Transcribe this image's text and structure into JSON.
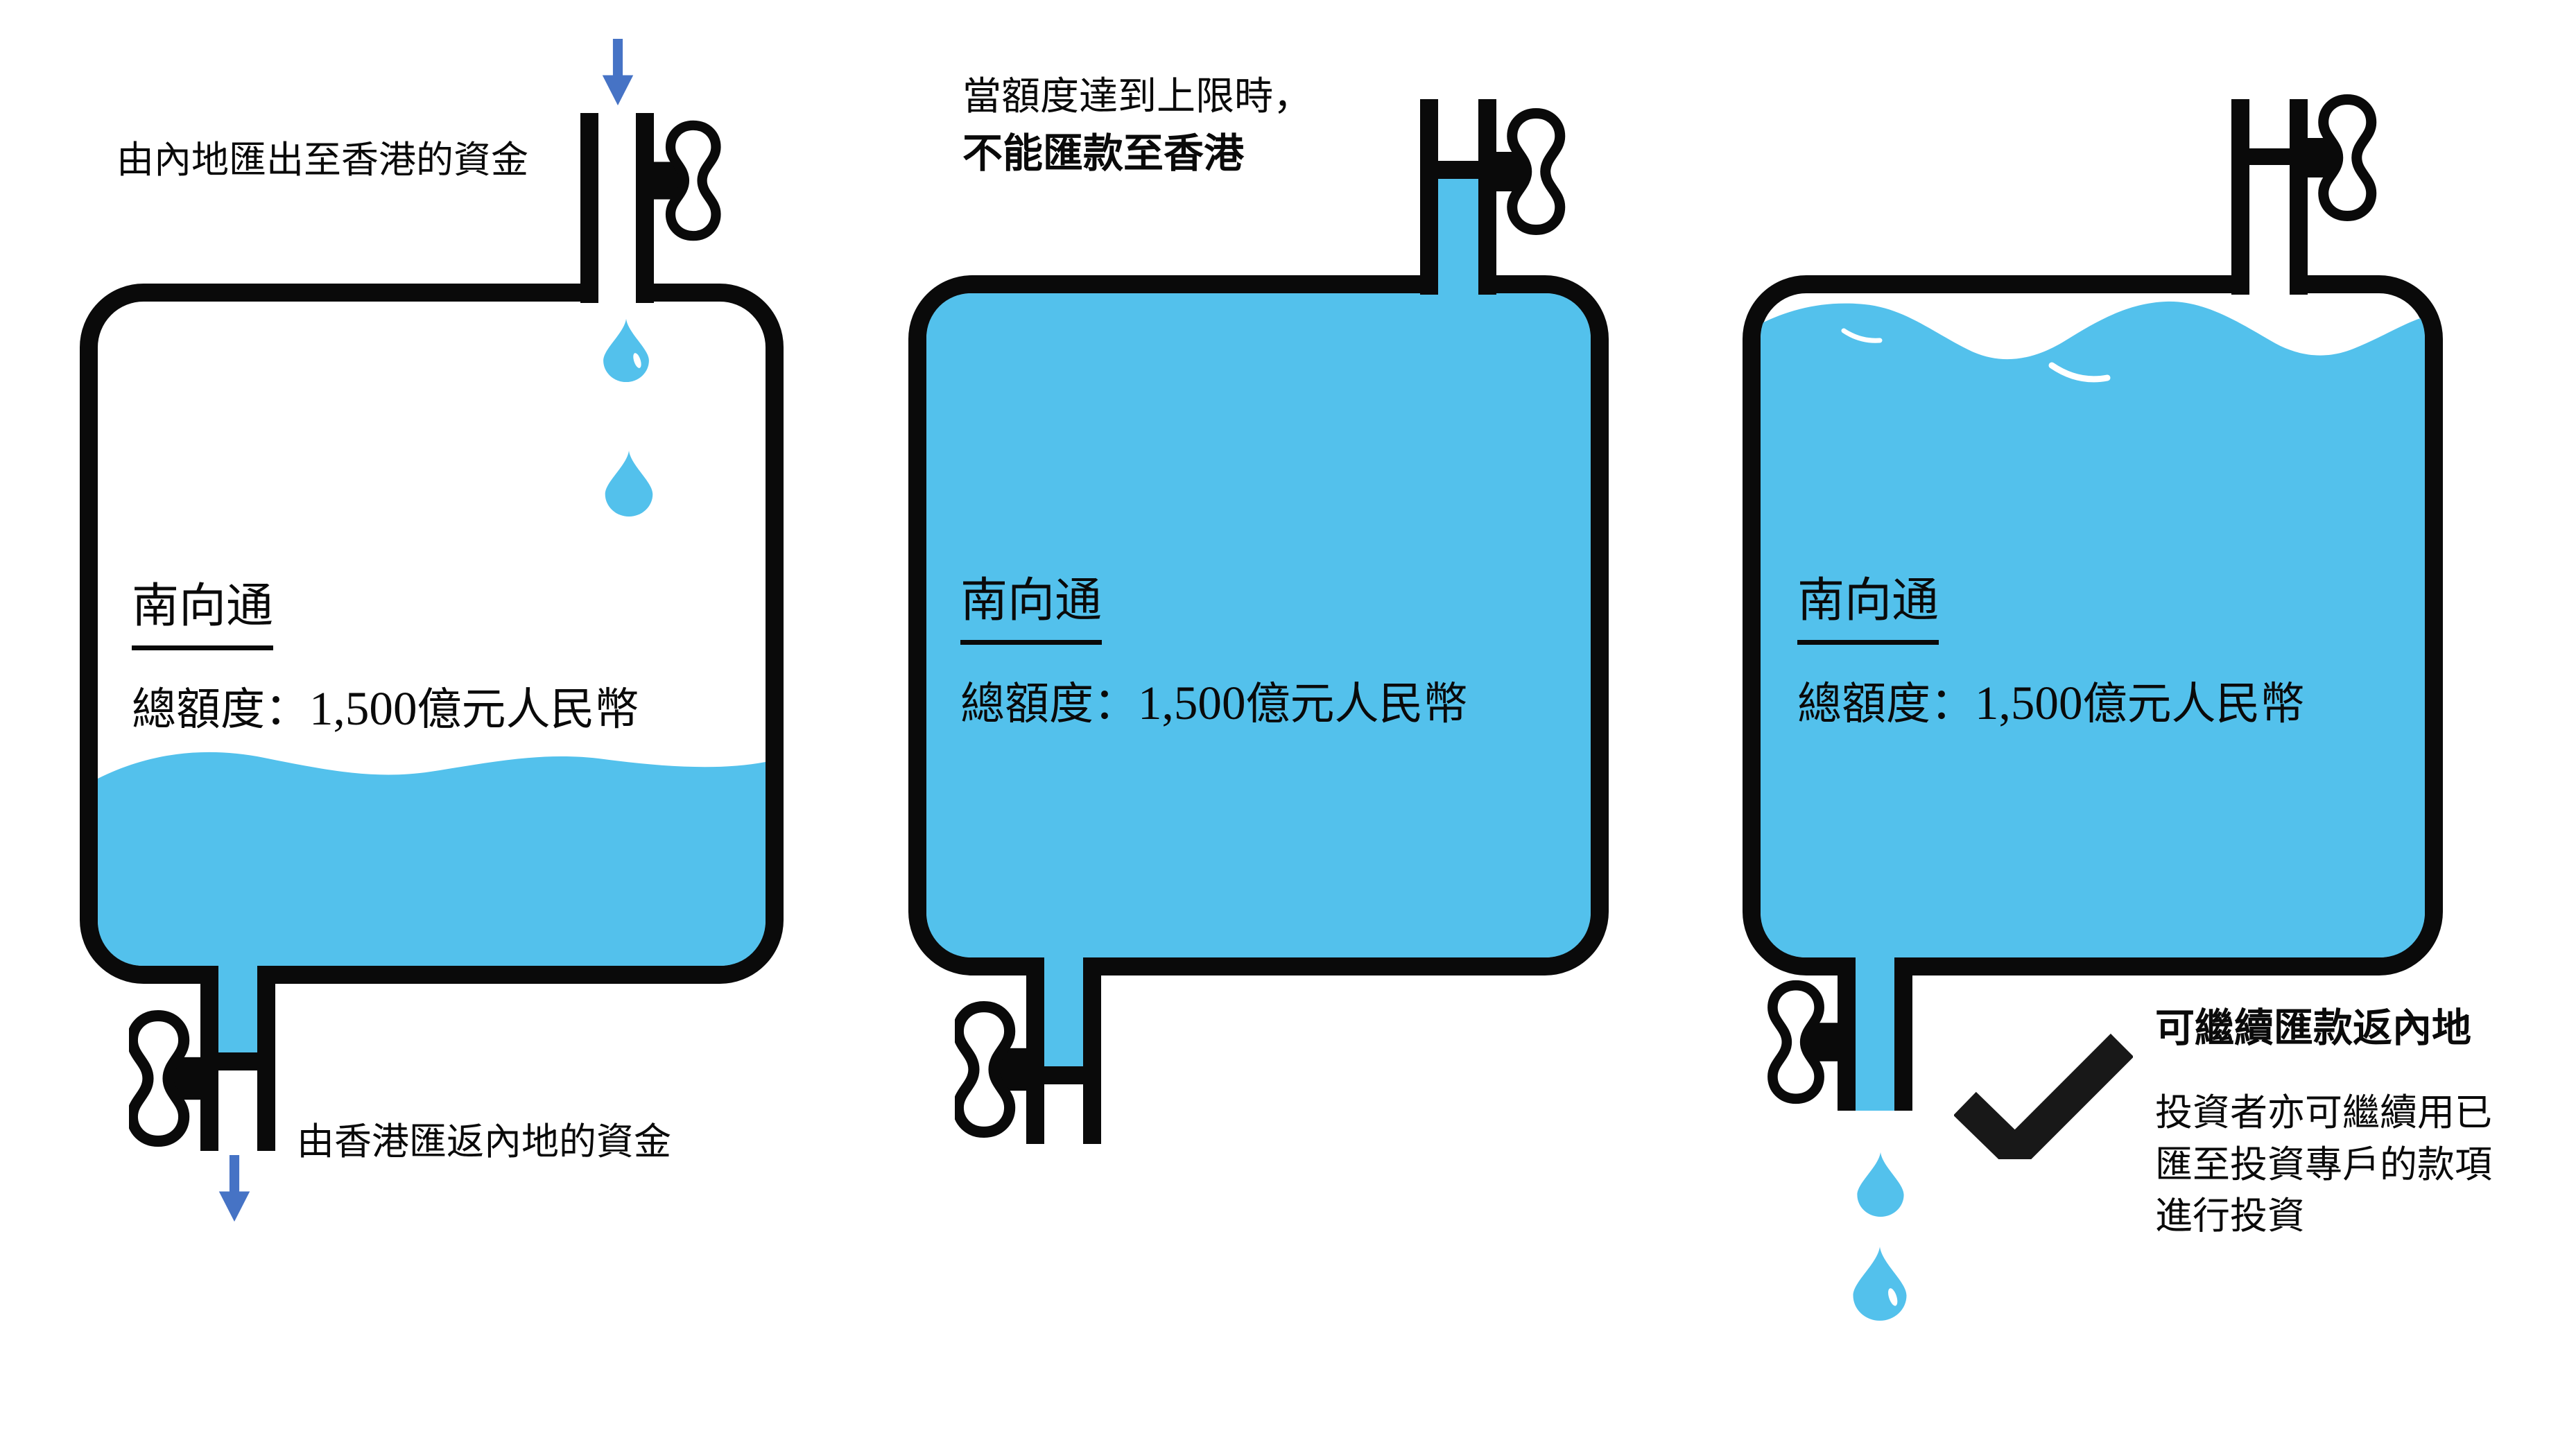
{
  "colors": {
    "water": "#53c1ec",
    "arrow": "#4673c5",
    "ink": "#0a0a0a"
  },
  "tank1": {
    "inflow_label": "由內地匯出至香港的資金",
    "name": "南向通",
    "quota_prefix": "總額度：",
    "quota_number": "1,500",
    "quota_suffix": "億元人民幣",
    "outflow_label": "由香港匯返內地的資金"
  },
  "tank2": {
    "note_line1": "當額度達到上限時，",
    "note_line2": "不能匯款至香港",
    "name": "南向通",
    "quota_prefix": "總額度：",
    "quota_number": "1,500",
    "quota_suffix": "億元人民幣"
  },
  "tank3": {
    "name": "南向通",
    "quota_prefix": "總額度：",
    "quota_number": "1,500",
    "quota_suffix": "億元人民幣",
    "note_title": "可繼續匯款返內地",
    "note_line1": "投資者亦可繼續用已",
    "note_line2": "匯至投資專戶的款項",
    "note_line3": "進行投資"
  }
}
